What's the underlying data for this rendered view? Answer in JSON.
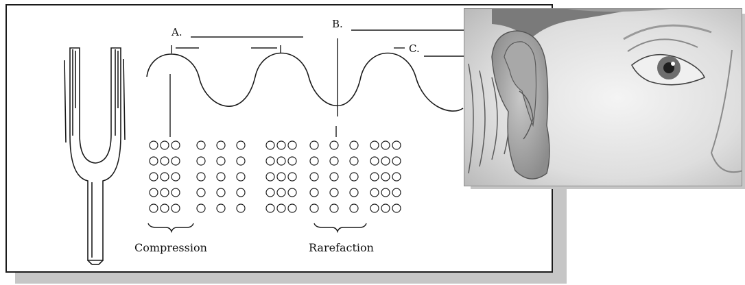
{
  "labels": {
    "a": "A.",
    "b": "B.",
    "c": "C.",
    "compression": "Compression",
    "rarefaction": "Rarefaction"
  },
  "colors": {
    "ink": "#1a1a1a",
    "shadow": "#c6c6c6",
    "skin": "#dcdcdc"
  },
  "icons": {
    "tuning_fork": "tuning-fork-icon",
    "ear": "ear-icon",
    "eye": "eye-icon"
  }
}
